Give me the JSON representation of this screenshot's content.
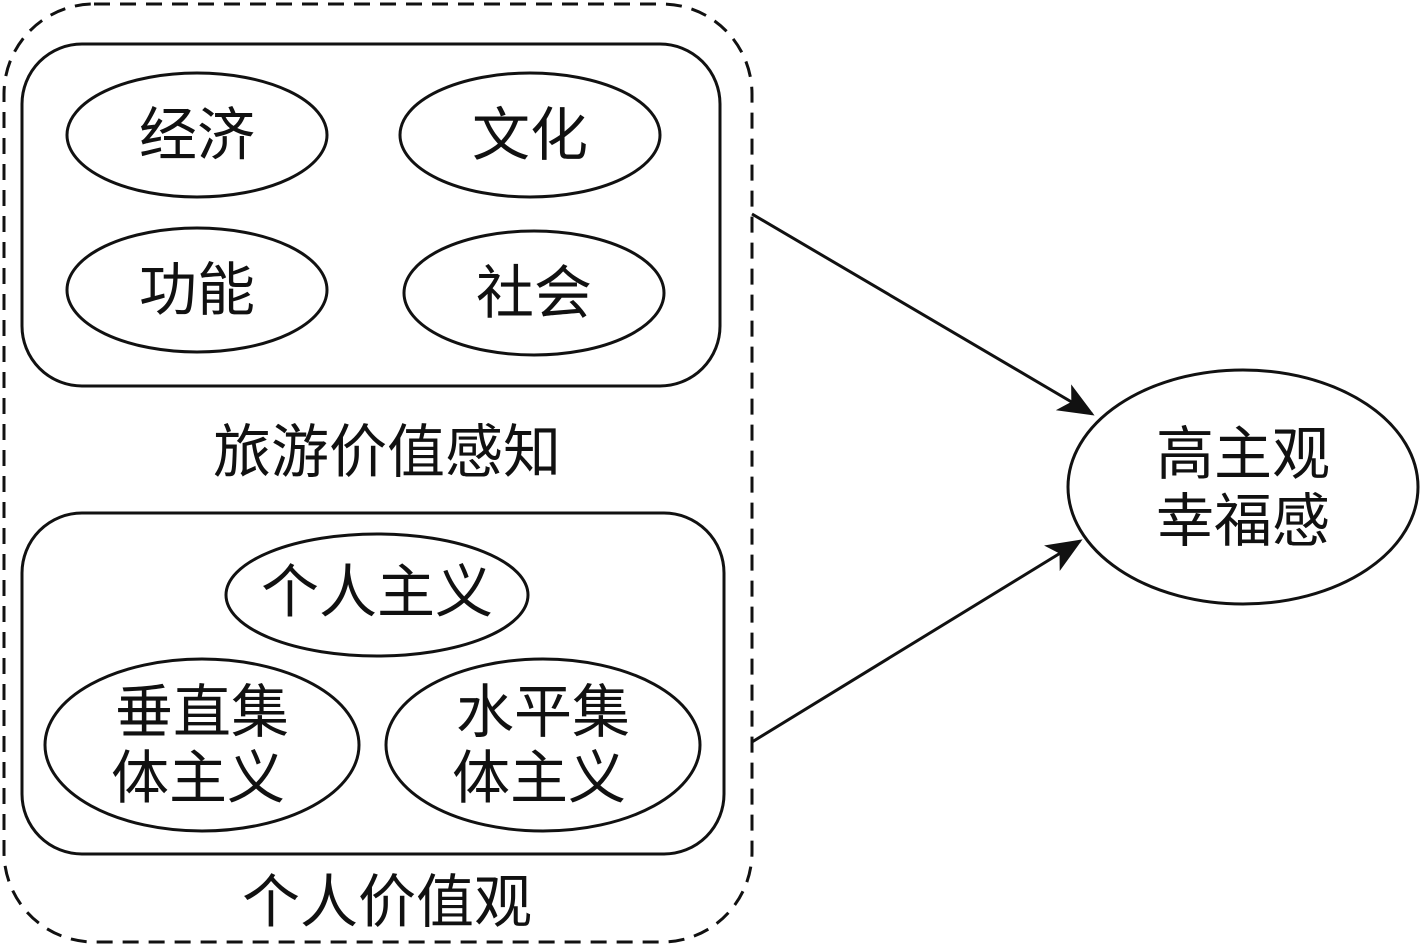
{
  "tourism_value_perception": {
    "label": "旅游价值感知",
    "items": [
      "经济",
      "文化",
      "功能",
      "社会"
    ]
  },
  "personal_values": {
    "label": "个人价值观",
    "individualism": "个人主义",
    "vertical_collectivism": {
      "line1": "垂直集",
      "line2": "体主义"
    },
    "horizontal_collectivism": {
      "line1": "水平集",
      "line2": "体主义"
    }
  },
  "outcome": {
    "line1": "高主观",
    "line2": "幸福感"
  }
}
